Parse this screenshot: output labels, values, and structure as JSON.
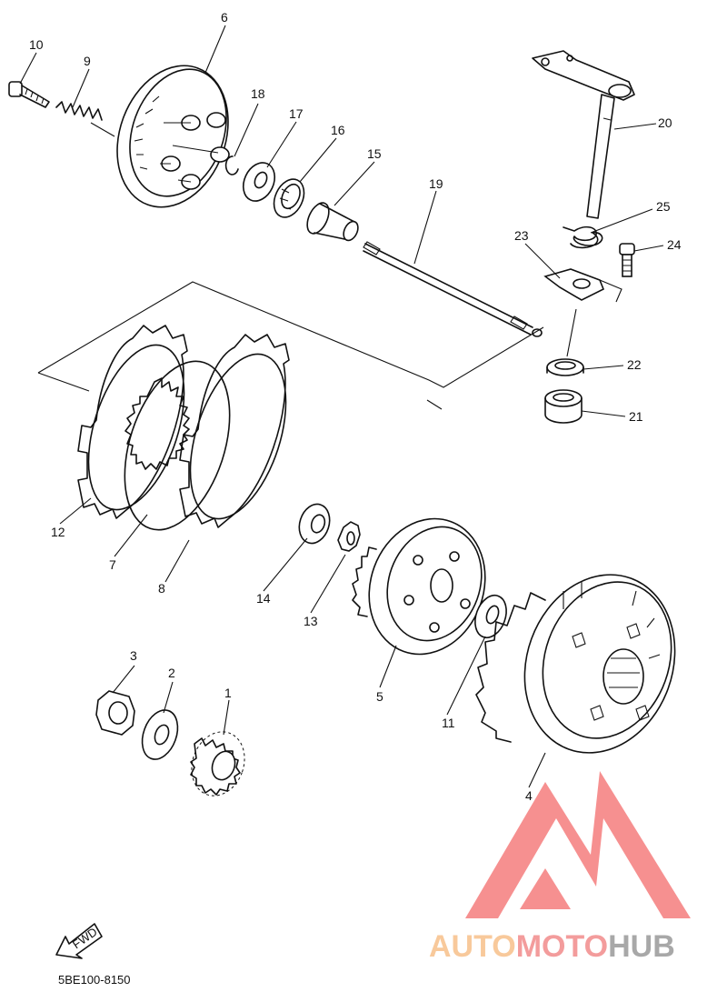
{
  "diagram": {
    "callouts": [
      "1",
      "2",
      "3",
      "4",
      "5",
      "6",
      "7",
      "8",
      "9",
      "10",
      "11",
      "12",
      "13",
      "14",
      "15",
      "16",
      "17",
      "18",
      "19",
      "20",
      "21",
      "22",
      "23",
      "24",
      "25"
    ],
    "fwd_label": "FWD",
    "part_code": "5BE100-8150"
  },
  "watermark": {
    "parts": [
      "AUTO",
      "MOTO",
      "HUB"
    ],
    "colors": {
      "auto": "#f7c08a",
      "moto": "#f28b8b",
      "hub": "#9a9a9a",
      "logo": "#f47c7c"
    }
  }
}
